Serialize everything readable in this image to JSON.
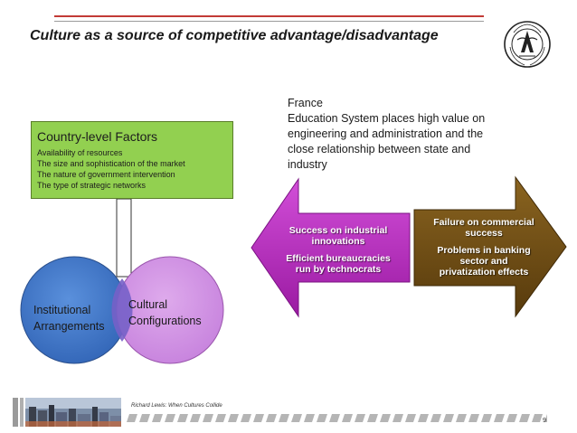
{
  "slide": {
    "title": "Culture as a source of competitive advantage/disadvantage",
    "page_number": "9",
    "footer_caption": "Richard Lewis: When Cultures Collide"
  },
  "colors": {
    "factors_box": "#92d050",
    "institutional_circle": "#3f78c8",
    "cultural_circle": "#cf8fe0",
    "left_arrow": "#b020b8",
    "right_arrow": "#6b4b14",
    "title_rule": "#c23b36"
  },
  "factors": {
    "heading": "Country-level Factors",
    "items": [
      "Availability of resources",
      "The size and sophistication of the market",
      "The nature of government intervention",
      "The type of strategic networks"
    ]
  },
  "circles": {
    "institutional": {
      "line1": "Institutional",
      "line2": "Arrangements"
    },
    "cultural": {
      "line1": "Cultural",
      "line2": "Configurations"
    }
  },
  "france": {
    "line1": "France",
    "line2": "Education System places high value on",
    "line3": "engineering and administration and the",
    "line4": "close relationship between state and",
    "line5": "industry"
  },
  "left_arrow": {
    "text1_line1": "Success on industrial",
    "text1_line2": "innovations",
    "text2_line1": "Efficient bureaucracies",
    "text2_line2": "run by technocrats"
  },
  "right_arrow": {
    "text1_line1": "Failure on commercial",
    "text1_line2": "success",
    "text2_line1": "Problems in  banking",
    "text2_line2": "sector and",
    "text2_line3": "privatization effects"
  },
  "icons": {
    "logo": "zhejiang-university-seal-icon"
  }
}
